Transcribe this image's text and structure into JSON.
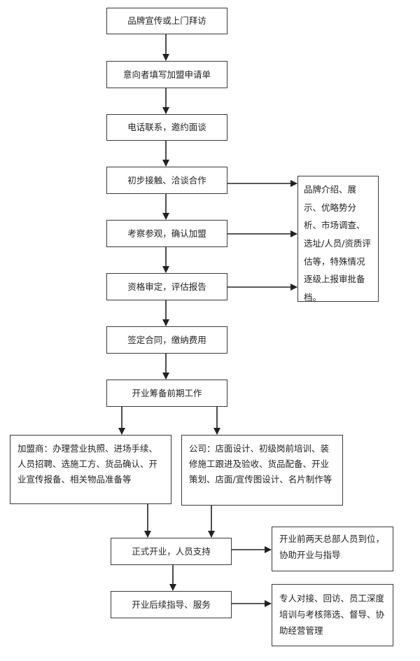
{
  "steps": {
    "s1": "品牌宣传或上门拜访",
    "s2": "意向者填写加盟申请单",
    "s3": "电话联系，邀约面谈",
    "s4": "初步接触、洽谈合作",
    "s5": "考察参观，确认加盟",
    "s6": "资格审定，评估报告",
    "s7": "签定合同，缴纳费用",
    "s8": "开业筹备前期工作",
    "s9": "正式开业，人员支持",
    "s10": "开业后续指导、服务"
  },
  "notes": {
    "evaluation": "品牌介绍、展示、优略势分析、市场调查、选址/人员/资质评估等，特殊情况逐级上报审批备档。",
    "franchisee": "加盟商：办理营业执照、进场手续、人员招聘、选施工方、货品确认、开业宣传报备、相关物品准备等",
    "company": "公司：店面设计、初级岗前培训、装修施工跟进及验收、货品配备、开业策划、店面/宣传图设计、名片制作等",
    "opening": "开业前两天总部人员到位，协助开业与指导",
    "followup": "专人对接、回访、员工深度培训与考核筛选、督导、协助经营管理"
  }
}
